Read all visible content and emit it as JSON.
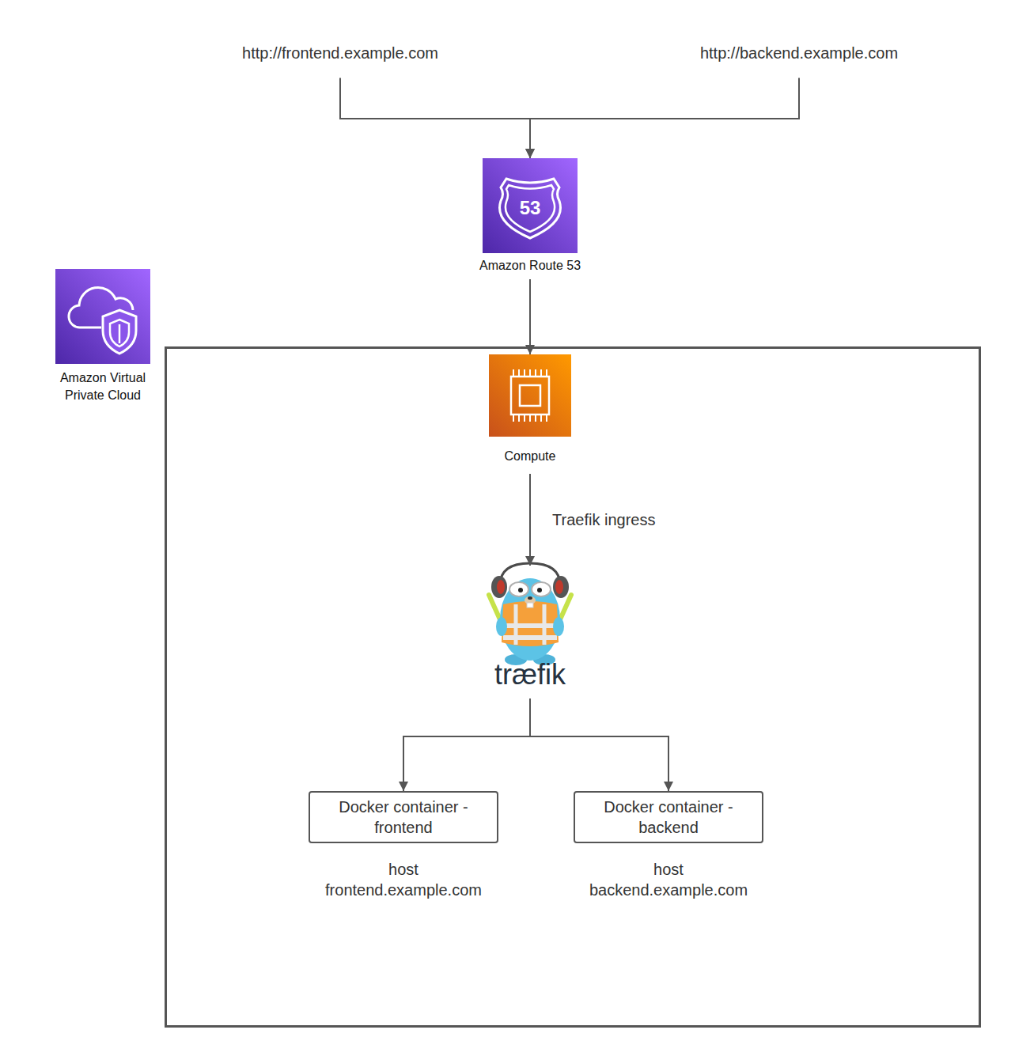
{
  "diagram": {
    "nodes": [
      {
        "text": [
          "http://frontend.example.com"
        ]
      },
      {
        "text": [
          "http://backend.example.com"
        ]
      },
      {
        "text": [
          "Amazon Route 53"
        ]
      },
      {
        "text": [
          "Amazon Virtual Private Cloud"
        ]
      },
      {
        "text": [
          "Compute"
        ],
        "in": 3
      },
      {
        "text": [
          "træfik"
        ],
        "in": 3
      },
      {
        "text": [
          "Docker container - frontend",
          "host frontend.example.com"
        ],
        "in": 3
      },
      {
        "text": [
          "Docker container - backend",
          "host backend.example.com"
        ],
        "in": 3
      }
    ],
    "edges": [
      {
        "from": 0,
        "to": 2,
        "arrow": "to"
      },
      {
        "from": 1,
        "to": 2,
        "arrow": "to"
      },
      {
        "from": 2,
        "to": 4,
        "arrow": "to"
      },
      {
        "from": 4,
        "to": 5,
        "label": "Traefik ingress",
        "arrow": "to"
      },
      {
        "from": 5,
        "to": 6,
        "arrow": "to"
      },
      {
        "from": 5,
        "to": 7,
        "arrow": "to"
      }
    ],
    "labels": [
      "53"
    ]
  }
}
